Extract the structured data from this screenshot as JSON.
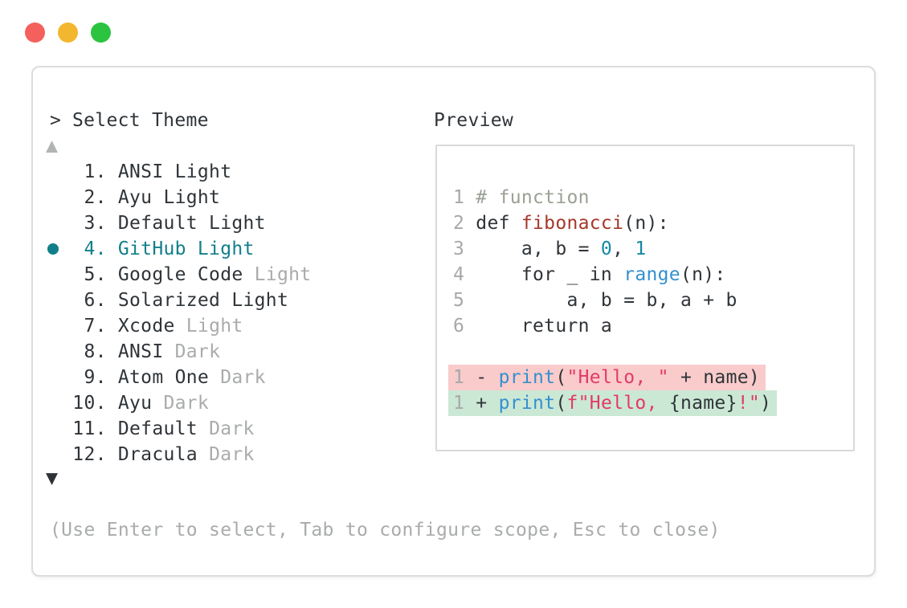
{
  "colors": {
    "plain": "#2f3439",
    "line_number": "#a6a8a9",
    "comment": "#9aa194",
    "function_name": "#a5372b",
    "builtin": "#3490cf",
    "number": "#1489a4",
    "string": "#e23a68",
    "accent": "#117f8a",
    "muted": "#a9abac",
    "scroll_up": "#b1b3b4",
    "scroll_down": "#2d3237",
    "diff_removed_bg": "#f9cbcb",
    "diff_added_bg": "#cbe8d5",
    "traffic_red": "#f4605c",
    "traffic_yellow": "#f3b62f",
    "traffic_green": "#2cc340"
  },
  "prompt": {
    "caret": ">",
    "label": "Select Theme"
  },
  "list": {
    "scroll_up_indicator": "▲",
    "scroll_down_indicator": "▼",
    "items": [
      {
        "number": "1",
        "name": "ANSI Light",
        "variant": "",
        "selected": false
      },
      {
        "number": "2",
        "name": "Ayu Light",
        "variant": "",
        "selected": false
      },
      {
        "number": "3",
        "name": "Default Light",
        "variant": "",
        "selected": false
      },
      {
        "number": "4",
        "name": "GitHub Light",
        "variant": "",
        "selected": true
      },
      {
        "number": "5",
        "name": "Google Code",
        "variant": "Light",
        "selected": false
      },
      {
        "number": "6",
        "name": "Solarized Light",
        "variant": "",
        "selected": false
      },
      {
        "number": "7",
        "name": "Xcode",
        "variant": "Light",
        "selected": false
      },
      {
        "number": "8",
        "name": "ANSI",
        "variant": "Dark",
        "selected": false
      },
      {
        "number": "9",
        "name": "Atom One",
        "variant": "Dark",
        "selected": false
      },
      {
        "number": "10",
        "name": "Ayu",
        "variant": "Dark",
        "selected": false
      },
      {
        "number": "11",
        "name": "Default",
        "variant": "Dark",
        "selected": false
      },
      {
        "number": "12",
        "name": "Dracula",
        "variant": "Dark",
        "selected": false
      }
    ]
  },
  "preview": {
    "label": "Preview",
    "code_lines": [
      {
        "diff": "",
        "tokens": [
          [
            "1 ",
            "line_number"
          ],
          [
            "# function",
            "comment"
          ]
        ]
      },
      {
        "diff": "",
        "tokens": [
          [
            "2 ",
            "line_number"
          ],
          [
            "def ",
            "plain"
          ],
          [
            "fibonacci",
            "function_name"
          ],
          [
            "(n):",
            "plain"
          ]
        ]
      },
      {
        "diff": "",
        "tokens": [
          [
            "3 ",
            "line_number"
          ],
          [
            "    a, b = ",
            "plain"
          ],
          [
            "0",
            "number"
          ],
          [
            ", ",
            "plain"
          ],
          [
            "1",
            "number"
          ]
        ]
      },
      {
        "diff": "",
        "tokens": [
          [
            "4 ",
            "line_number"
          ],
          [
            "    for _ in ",
            "plain"
          ],
          [
            "range",
            "builtin"
          ],
          [
            "(n):",
            "plain"
          ]
        ]
      },
      {
        "diff": "",
        "tokens": [
          [
            "5 ",
            "line_number"
          ],
          [
            "        a, b = b, a + b",
            "plain"
          ]
        ]
      },
      {
        "diff": "",
        "tokens": [
          [
            "6 ",
            "line_number"
          ],
          [
            "    return a",
            "plain"
          ]
        ]
      },
      {
        "diff": "",
        "tokens": []
      },
      {
        "diff": "removed",
        "tokens": [
          [
            "1 ",
            "line_number"
          ],
          [
            "- ",
            "plain"
          ],
          [
            "print",
            "builtin"
          ],
          [
            "(",
            "plain"
          ],
          [
            "\"Hello, \"",
            "string"
          ],
          [
            " + name)",
            "plain"
          ]
        ]
      },
      {
        "diff": "added",
        "tokens": [
          [
            "1 ",
            "line_number"
          ],
          [
            "+ ",
            "plain"
          ],
          [
            "print",
            "builtin"
          ],
          [
            "(",
            "plain"
          ],
          [
            "f\"Hello, ",
            "string"
          ],
          [
            "{name}",
            "plain"
          ],
          [
            "!\"",
            "string"
          ],
          [
            ")",
            "plain"
          ]
        ]
      }
    ]
  },
  "footer": {
    "hint": "(Use Enter to select, Tab to configure scope, Esc to close)"
  }
}
